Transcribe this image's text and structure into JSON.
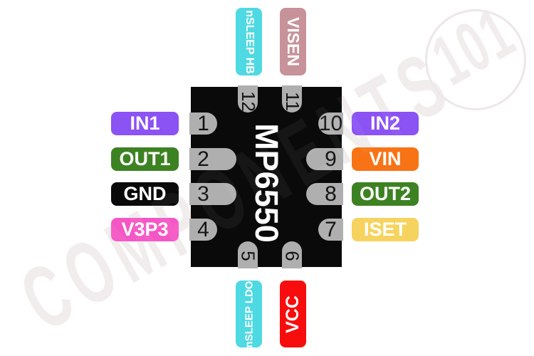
{
  "chip": {
    "name": "MP6550",
    "body_color": "#0a0a0a",
    "pad_color": "#afafaf",
    "pin_number_color": "#141414"
  },
  "pins": {
    "left": [
      {
        "number": "1",
        "label": "IN1",
        "color": "#8b52f4",
        "pad": "short"
      },
      {
        "number": "2",
        "label": "OUT1",
        "color": "#3d8222",
        "pad": "long"
      },
      {
        "number": "3",
        "label": "GND",
        "color": "#0a0a0a",
        "pad": "long"
      },
      {
        "number": "4",
        "label": "V3P3",
        "color": "#f556c5",
        "pad": "short"
      }
    ],
    "right": [
      {
        "number": "10",
        "label": "IN2",
        "color": "#8b52f4",
        "pad": "short"
      },
      {
        "number": "9",
        "label": "VIN",
        "color": "#f87315",
        "pad": "long"
      },
      {
        "number": "8",
        "label": "OUT2",
        "color": "#3d8222",
        "pad": "long"
      },
      {
        "number": "7",
        "label": "ISET",
        "color": "#f6d35e",
        "pad": "short"
      }
    ],
    "top": [
      {
        "number": "12",
        "label": "nSLEEP HB",
        "color": "#4fd9e2",
        "font": 16
      },
      {
        "number": "11",
        "label": "VISEN",
        "color": "#c7929a",
        "font": 23
      }
    ],
    "bottom": [
      {
        "number": "5",
        "label": "nSLEEP LDO",
        "color": "#4fd9e2",
        "font": 15
      },
      {
        "number": "6",
        "label": "VCC",
        "color": "#f70d0d",
        "font": 25
      }
    ]
  },
  "label_text_color": "#ffffff",
  "watermark": {
    "text": "COMPONENTS",
    "number": "101",
    "color": "#f2ecec"
  }
}
